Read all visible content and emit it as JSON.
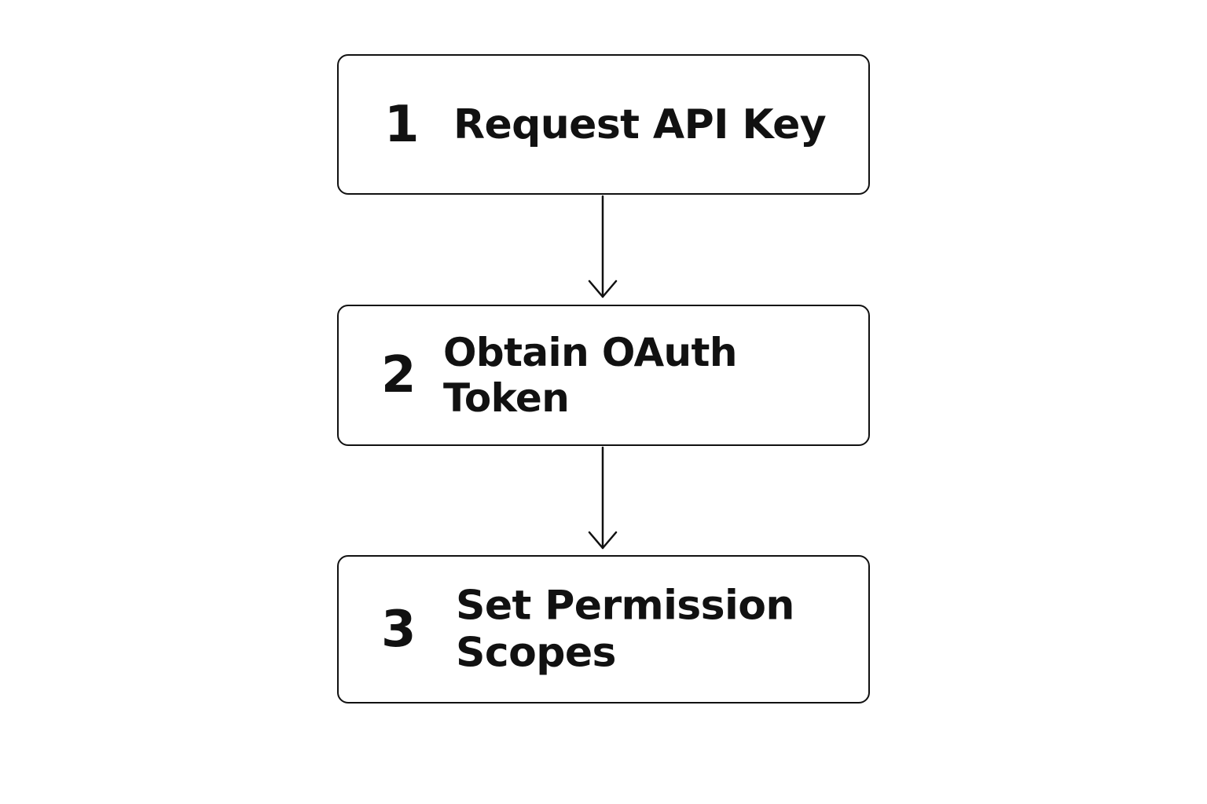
{
  "steps": [
    {
      "number": "1",
      "label": "Request API Key"
    },
    {
      "number": "2",
      "label": "Obtain OAuth Token"
    },
    {
      "number": "3",
      "label": "Set Permission\nScopes"
    }
  ],
  "colors": {
    "stroke": "#111111",
    "text": "#111111",
    "background": "#ffffff"
  }
}
